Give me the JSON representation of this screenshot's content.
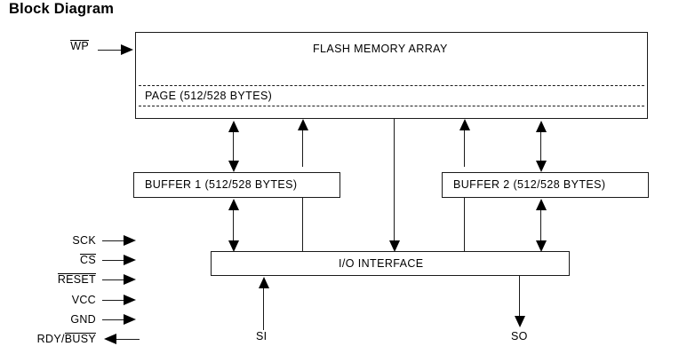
{
  "title": "Block Diagram",
  "blocks": {
    "flash": {
      "label": "FLASH MEMORY ARRAY",
      "page_label": "PAGE (512/528 BYTES)"
    },
    "buffer1": {
      "label": "BUFFER 1 (512/528 BYTES)"
    },
    "buffer2": {
      "label": "BUFFER 2 (512/528 BYTES)"
    },
    "io": {
      "label": "I/O INTERFACE"
    }
  },
  "signals": {
    "wp": {
      "label": "WP",
      "overline": true,
      "direction": "in"
    },
    "left_pins": [
      {
        "label": "SCK",
        "overline": false,
        "direction": "in"
      },
      {
        "label": "CS",
        "overline": true,
        "direction": "in"
      },
      {
        "label": "RESET",
        "overline": true,
        "direction": "in"
      },
      {
        "label": "VCC",
        "overline": false,
        "direction": "in"
      },
      {
        "label": "GND",
        "overline": false,
        "direction": "in"
      },
      {
        "label": "RDY/BUSY",
        "overline_part": "BUSY",
        "prefix": "RDY/",
        "direction": "out"
      }
    ],
    "si": {
      "label": "SI",
      "direction": "in"
    },
    "so": {
      "label": "SO",
      "direction": "out"
    }
  },
  "colors": {
    "line": "#1a1a1a",
    "text": "#000000",
    "background": "#ffffff"
  }
}
